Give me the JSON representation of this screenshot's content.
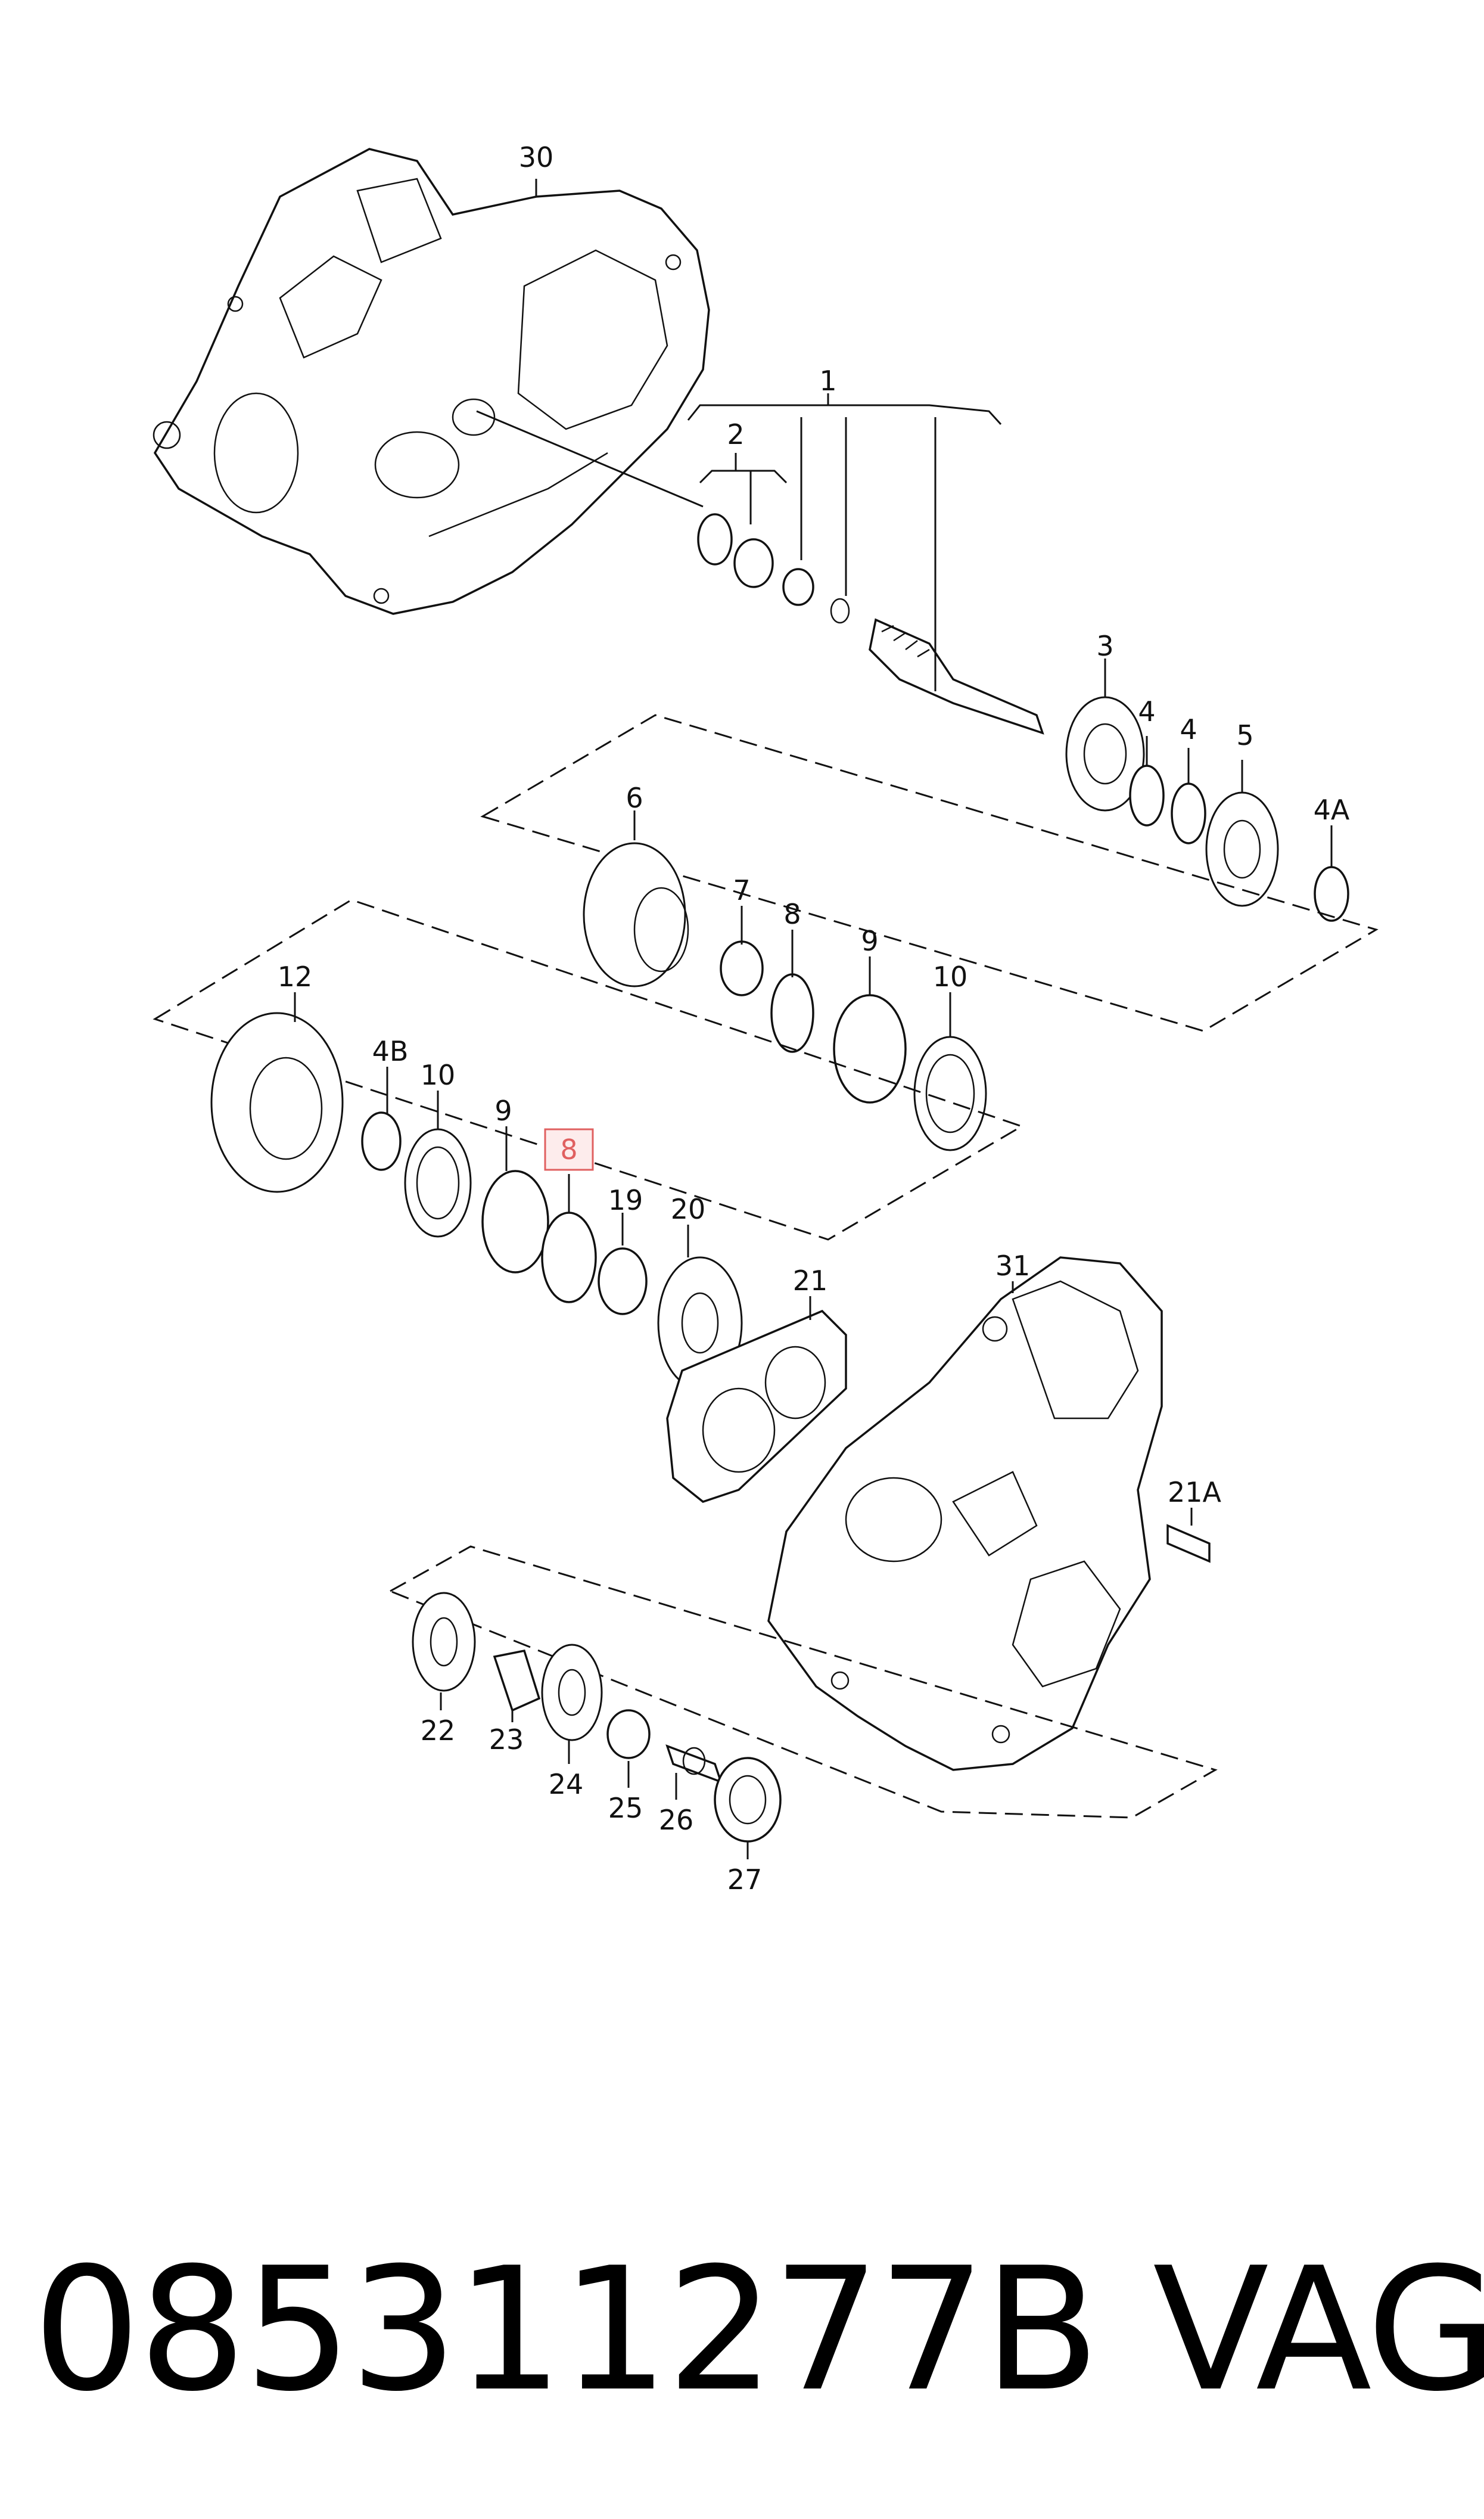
{
  "callouts": [
    {
      "id": "1",
      "label": "1"
    },
    {
      "id": "2",
      "label": "2"
    },
    {
      "id": "3",
      "label": "3"
    },
    {
      "id": "4a",
      "label": "4"
    },
    {
      "id": "4b",
      "label": "4"
    },
    {
      "id": "5",
      "label": "5"
    },
    {
      "id": "4A",
      "label": "4A"
    },
    {
      "id": "6",
      "label": "6"
    },
    {
      "id": "7",
      "label": "7"
    },
    {
      "id": "8a",
      "label": "8"
    },
    {
      "id": "9a",
      "label": "9"
    },
    {
      "id": "10a",
      "label": "10"
    },
    {
      "id": "12",
      "label": "12"
    },
    {
      "id": "4B",
      "label": "4B"
    },
    {
      "id": "10b",
      "label": "10"
    },
    {
      "id": "9b",
      "label": "9"
    },
    {
      "id": "8b",
      "label": "8",
      "highlighted": true
    },
    {
      "id": "19",
      "label": "19"
    },
    {
      "id": "20",
      "label": "20"
    },
    {
      "id": "21",
      "label": "21"
    },
    {
      "id": "31",
      "label": "31"
    },
    {
      "id": "21A",
      "label": "21A"
    },
    {
      "id": "22",
      "label": "22"
    },
    {
      "id": "23",
      "label": "23"
    },
    {
      "id": "24",
      "label": "24"
    },
    {
      "id": "25",
      "label": "25"
    },
    {
      "id": "26",
      "label": "26"
    },
    {
      "id": "27",
      "label": "27"
    },
    {
      "id": "30",
      "label": "30"
    }
  ],
  "footer": {
    "part_number": "085311277B",
    "brand": "VAG"
  },
  "colors": {
    "line": "#111111",
    "highlight": "#e06060",
    "background": "#ffffff"
  }
}
